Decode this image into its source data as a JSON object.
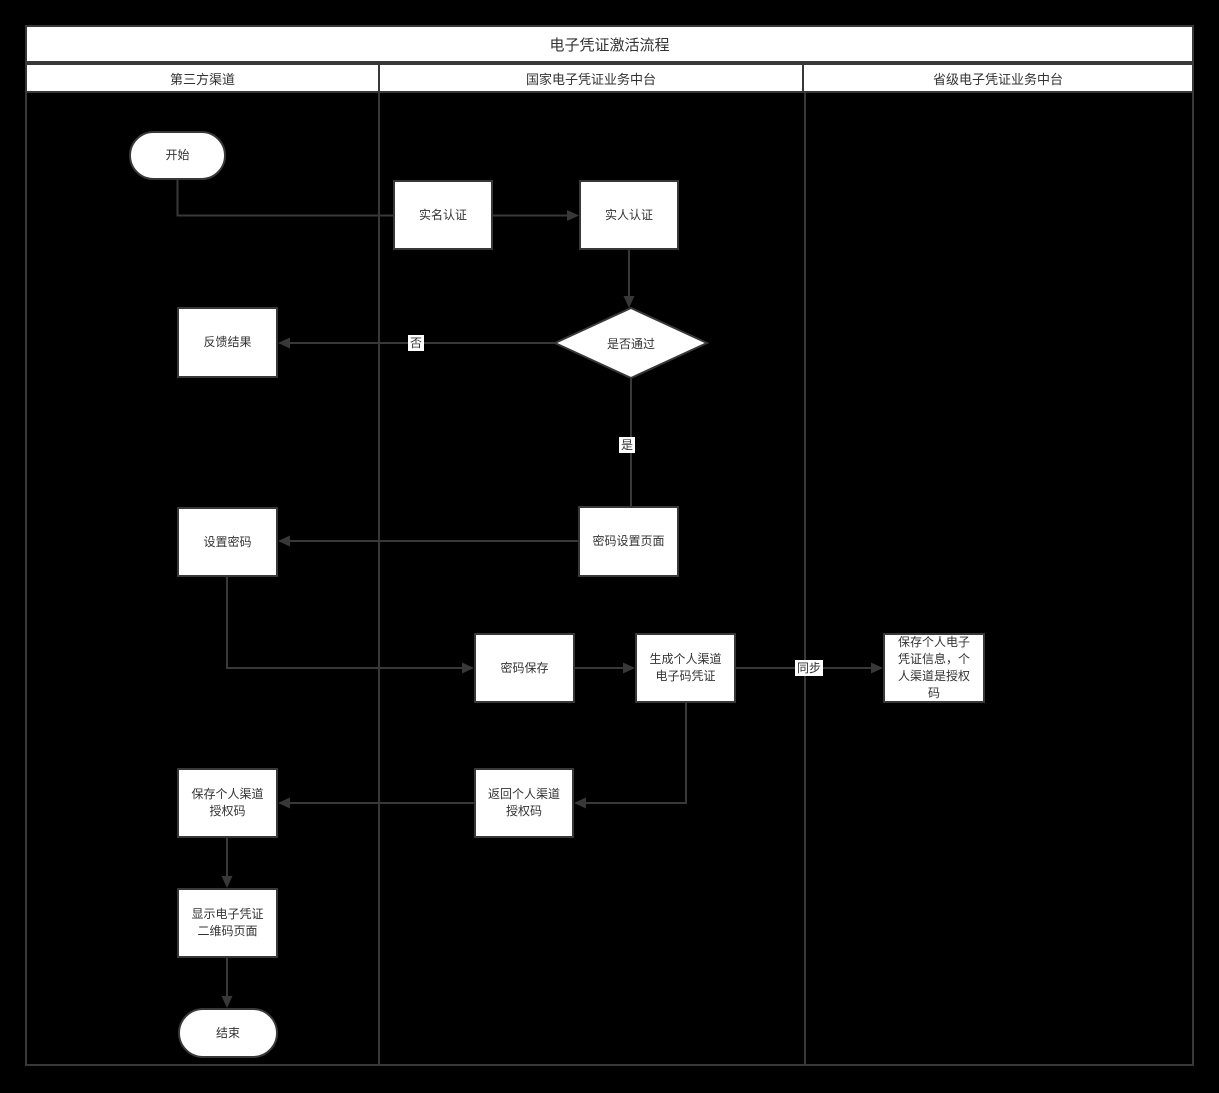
{
  "title": "电子凭证激活流程",
  "lanes": [
    {
      "label": "第三方渠道"
    },
    {
      "label": "国家电子凭证业务中台"
    },
    {
      "label": "省级电子凭证业务中台"
    }
  ],
  "nodes": {
    "start": "开始",
    "real_name_auth": "实名认证",
    "real_person_auth": "实人认证",
    "decision_pass": "是否通过",
    "feedback_result": "反馈结果",
    "set_password": "设置密码",
    "password_setting_page": "密码设置页面",
    "password_save": "密码保存",
    "generate_personal_code": "生成个人渠道电子码凭证",
    "save_personal_voucher_info": "保存个人电子凭证信息，个人渠道是授权码",
    "return_channel_auth_code": "返回个人渠道授权码",
    "save_channel_auth_code": "保存个人渠道授权码",
    "show_qr_page": "显示电子凭证二维码页面",
    "end": "结束"
  },
  "edge_labels": {
    "no": "否",
    "yes": "是",
    "sync": "同步"
  },
  "colors": {
    "background": "#000000",
    "shape_fill": "#ffffff",
    "line": "#383838",
    "text": "#333333"
  }
}
